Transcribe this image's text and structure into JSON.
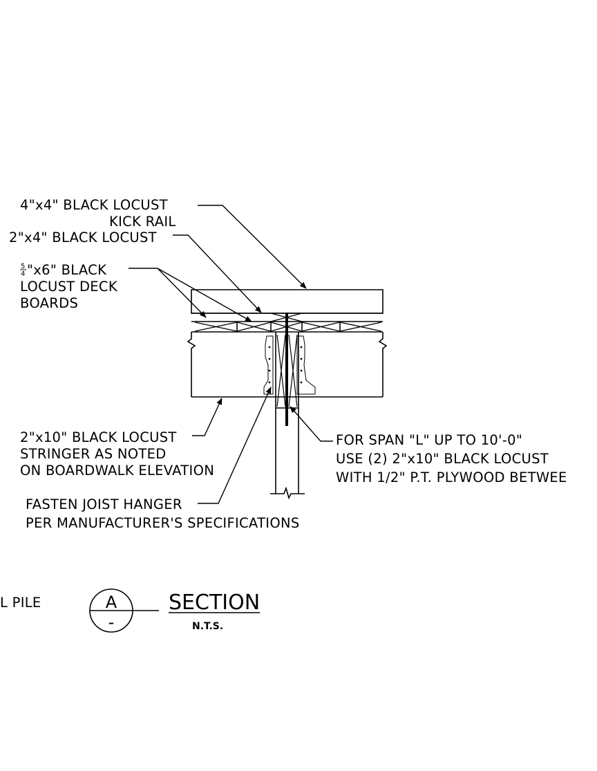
{
  "labels": {
    "kick_rail_line1": "4\"x4\" BLACK LOCUST",
    "kick_rail_line2": "KICK RAIL",
    "rail_2x4": "2\"x4\" BLACK LOCUST",
    "deck_frac_num": "5",
    "deck_frac_den": "4",
    "deck_line1": "\"x6\" BLACK",
    "deck_line2": "LOCUST DECK",
    "deck_line3": "BOARDS",
    "stringer_line1": "2\"x10\" BLACK LOCUST",
    "stringer_line2": "STRINGER AS NOTED",
    "stringer_line3": "ON BOARDWALK ELEVATION",
    "hanger_line1": "FASTEN JOIST HANGER",
    "hanger_line2": "PER MANUFACTURER'S SPECIFICATIONS",
    "span_line1": "FOR SPAN \"L\" UP TO 10'-0\"",
    "span_line2": "USE (2) 2\"x10\" BLACK LOCUST",
    "span_line3": "WITH 1/2\" P.T. PLYWOOD BETWEE",
    "pile_fragment": "L PILE"
  },
  "title": {
    "bubble_top": "A",
    "bubble_bottom": "-",
    "section_label": "SECTION",
    "scale_note": "N.T.S."
  }
}
